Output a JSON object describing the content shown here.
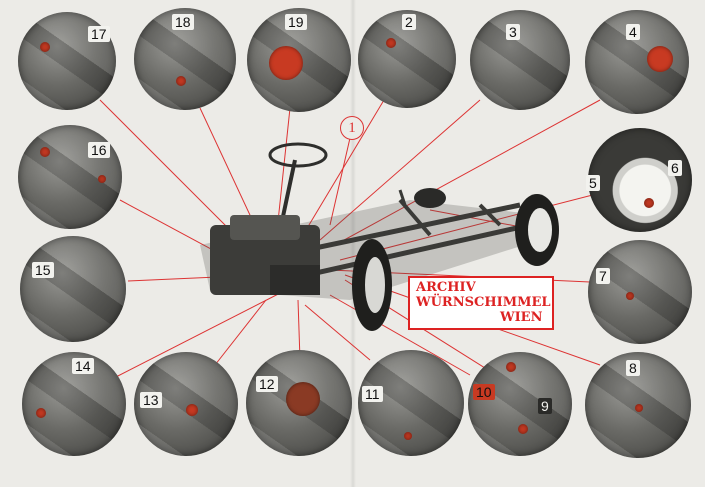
{
  "figure": {
    "center_callout": "1",
    "details": [
      {
        "number": "17"
      },
      {
        "number": "18"
      },
      {
        "number": "19"
      },
      {
        "number": "2"
      },
      {
        "number": "3"
      },
      {
        "number": "4"
      },
      {
        "number": "16"
      },
      {
        "number": "5"
      },
      {
        "number": "6"
      },
      {
        "number": "15"
      },
      {
        "number": "7"
      },
      {
        "number": "14"
      },
      {
        "number": "13"
      },
      {
        "number": "12"
      },
      {
        "number": "11"
      },
      {
        "number": "10"
      },
      {
        "number": "9"
      },
      {
        "number": "8"
      }
    ]
  },
  "stamp": {
    "line1": "ARCHIV",
    "line2": "WÜRNSCHIMMEL",
    "line3": "WIEN"
  },
  "colors": {
    "leader_lines": "#d33",
    "stamp_red": "#d22",
    "part_highlight": "#c83a22",
    "paper": "#ecebe7"
  }
}
